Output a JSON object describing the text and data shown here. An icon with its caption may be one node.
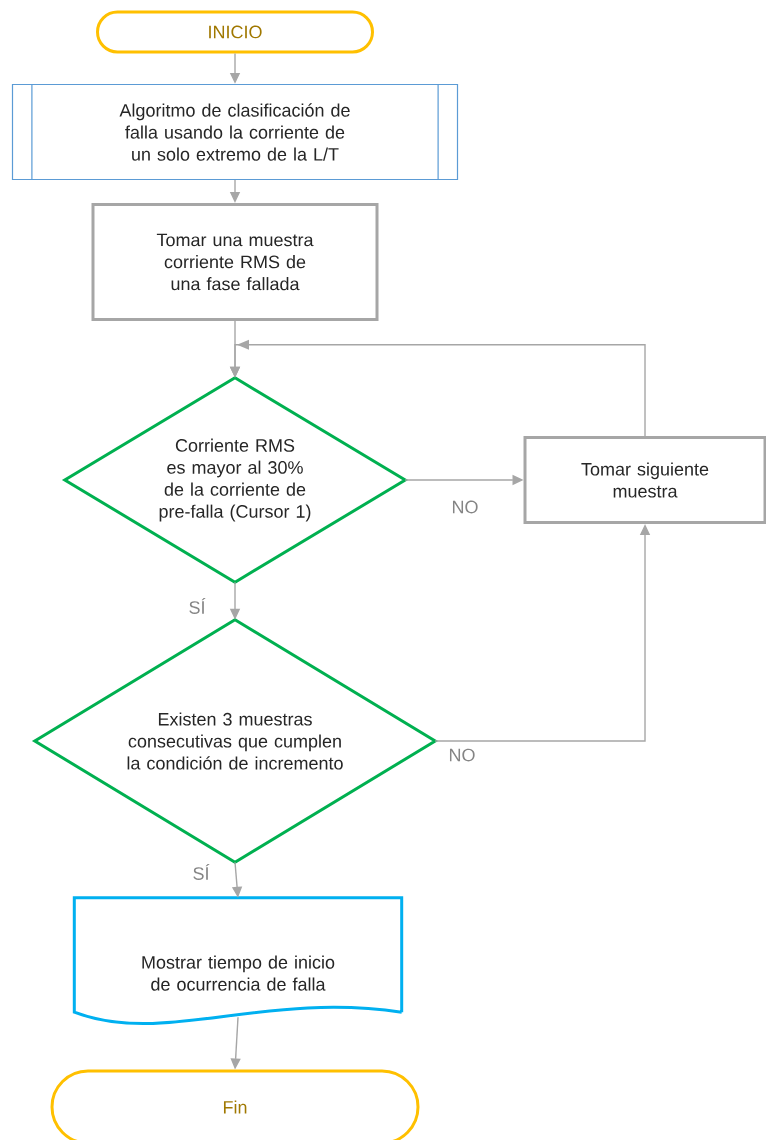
{
  "diagram": {
    "nodes": [
      {
        "text": [
          "INICIO"
        ]
      },
      {
        "text": [
          "Algoritmo de clasificación de falla usando la corriente de un solo extremo de la L/T"
        ]
      },
      {
        "text": [
          "Tomar una muestra corriente RMS de una fase fallada"
        ]
      },
      {
        "text": [
          "Corriente RMS es mayor al 30% de la corriente de pre-falla (Cursor 1)"
        ]
      },
      {
        "text": [
          "Tomar siguiente muestra"
        ]
      },
      {
        "text": [
          "Existen 3 muestras consecutivas que cumplen la condición de incremento"
        ]
      },
      {
        "text": [
          "Mostrar tiempo de inicio de ocurrencia de falla"
        ]
      },
      {
        "text": [
          "Fin"
        ]
      }
    ],
    "edges": [
      {
        "from": 0,
        "to": 1,
        "arrow": "to"
      },
      {
        "from": 1,
        "to": 2,
        "arrow": "to"
      },
      {
        "from": 2,
        "to": 3,
        "arrow": "to"
      },
      {
        "from": 3,
        "to": 4,
        "arrow": "to",
        "label": "NO"
      },
      {
        "from": 4,
        "to": 3,
        "arrow": "to"
      },
      {
        "from": 3,
        "to": 5,
        "arrow": "to",
        "label": "SÍ"
      },
      {
        "from": 5,
        "to": 4,
        "arrow": "to",
        "label": "NO"
      },
      {
        "from": 5,
        "to": 6,
        "arrow": "to",
        "label": "SÍ"
      },
      {
        "from": 6,
        "to": 7,
        "arrow": "to"
      }
    ]
  }
}
